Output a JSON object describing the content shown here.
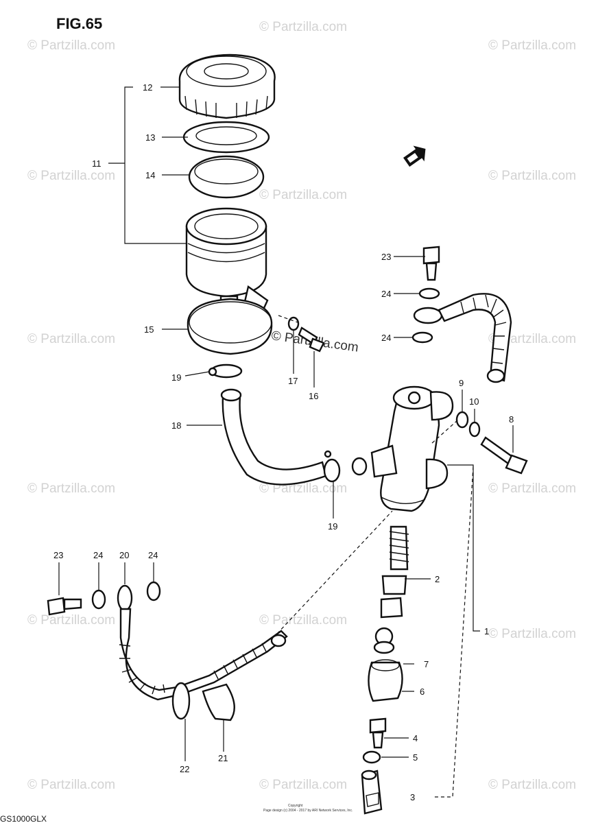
{
  "figure": {
    "title": "FIG.65",
    "model_code": "GS1000GLX"
  },
  "watermark": {
    "text": "© Partzilla.com",
    "center_text": "© Partzilla.com"
  },
  "copyright": {
    "line1": "Copyright",
    "line2": "Page design (c) 2004 - 2017 by ARI Network Services, Inc."
  },
  "callouts": {
    "c1": "1",
    "c2": "2",
    "c3": "3",
    "c4": "4",
    "c5": "5",
    "c6": "6",
    "c7": "7",
    "c8": "8",
    "c9": "9",
    "c10": "10",
    "c11": "11",
    "c12": "12",
    "c13": "13",
    "c14": "14",
    "c15": "15",
    "c16": "16",
    "c17": "17",
    "c18": "18",
    "c19a": "19",
    "c19b": "19",
    "c20": "20",
    "c21": "21",
    "c22": "22",
    "c23a": "23",
    "c23b": "23",
    "c24a": "24",
    "c24b": "24",
    "c24c": "24",
    "c24d": "24"
  },
  "icons": {
    "direction_arrow": "front-direction-arrow-icon"
  }
}
